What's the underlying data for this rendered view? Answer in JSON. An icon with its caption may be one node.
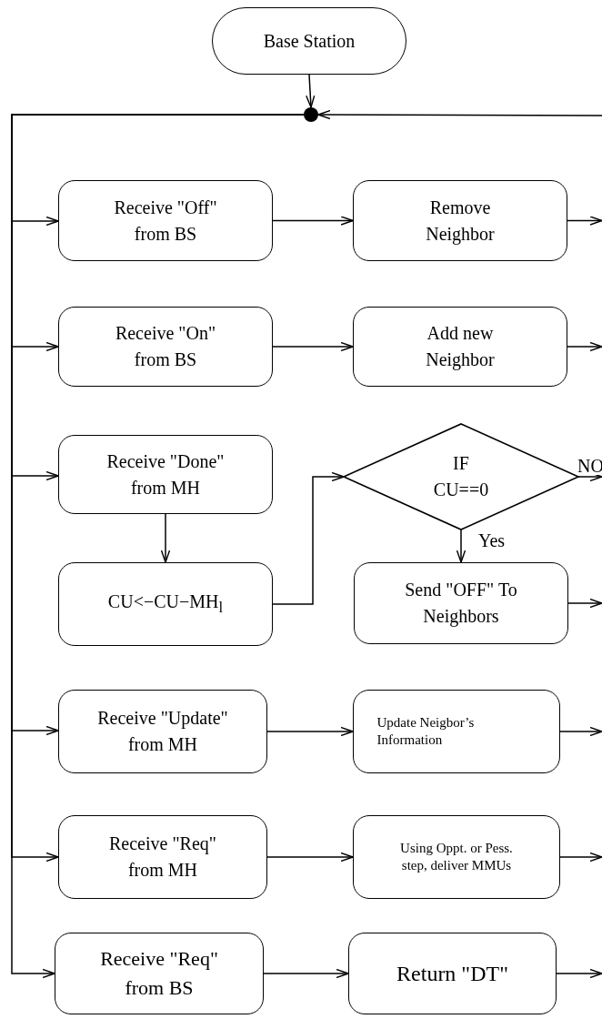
{
  "diagram": {
    "nodes": [
      {
        "text": [
          "Base Station"
        ]
      },
      {
        "text": [],
        "shape": "circle"
      },
      {
        "text": [
          "Receive \"Off\" from BS"
        ]
      },
      {
        "text": [
          "Remove Neighbor"
        ]
      },
      {
        "text": [
          "Receive \"On\" from BS"
        ]
      },
      {
        "text": [
          "Add new Neighbor"
        ]
      },
      {
        "text": [
          "Receive \"Done\" from MH"
        ]
      },
      {
        "text": [
          "IF CU==0"
        ]
      },
      {
        "text": [
          "CU<−CU−MH$_{l}$"
        ]
      },
      {
        "text": [
          "Send \"OFF\" To Neighbors"
        ]
      },
      {
        "text": [
          "Receive \"Update\" from MH"
        ]
      },
      {
        "text": [
          "Update Neigbor’s Information"
        ]
      },
      {
        "text": [
          "Receive \"Req\" from MH"
        ]
      },
      {
        "text": [
          "Using Oppt. or Pess. step, deliver MMUs"
        ]
      },
      {
        "text": [
          "Receive \"Req\" from BS"
        ]
      },
      {
        "text": [
          "Return \"DT\""
        ]
      }
    ],
    "edges": [
      {
        "from": 0,
        "to": 1,
        "arrow": "to"
      },
      {
        "from": 1,
        "to": 2,
        "arrow": "to"
      },
      {
        "from": 1,
        "to": 4,
        "arrow": "to"
      },
      {
        "from": 1,
        "to": 6,
        "arrow": "to"
      },
      {
        "from": 1,
        "to": 10,
        "arrow": "to"
      },
      {
        "from": 1,
        "to": 12,
        "arrow": "to"
      },
      {
        "from": 1,
        "to": 14,
        "arrow": "to"
      },
      {
        "from": 2,
        "to": 3,
        "arrow": "to"
      },
      {
        "from": 4,
        "to": 5,
        "arrow": "to"
      },
      {
        "from": 6,
        "to": 8,
        "arrow": "to"
      },
      {
        "from": 8,
        "to": 7,
        "arrow": "to"
      },
      {
        "from": 7,
        "to": 9,
        "arrow": "to",
        "label": "Yes"
      },
      {
        "from": 10,
        "to": 11,
        "arrow": "to"
      },
      {
        "from": 12,
        "to": 13,
        "arrow": "to"
      },
      {
        "from": 14,
        "to": 15,
        "arrow": "to"
      },
      {
        "from": null,
        "to": 1,
        "arrow": "to"
      },
      {
        "from": 3,
        "to": null,
        "arrow": "to"
      },
      {
        "from": 5,
        "to": null,
        "arrow": "to"
      },
      {
        "from": 7,
        "to": null,
        "arrow": "to",
        "label": "NO"
      },
      {
        "from": 9,
        "to": null,
        "arrow": "to"
      },
      {
        "from": 11,
        "to": null,
        "arrow": "to"
      },
      {
        "from": 13,
        "to": null,
        "arrow": "to"
      },
      {
        "from": 15,
        "to": null,
        "arrow": "to"
      }
    ]
  }
}
